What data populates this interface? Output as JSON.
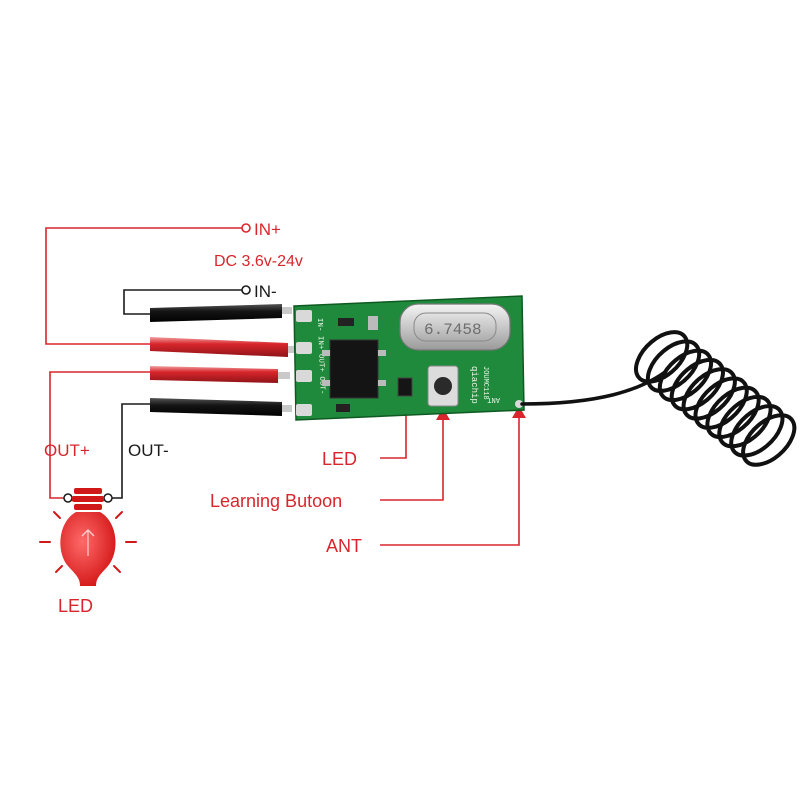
{
  "labels": {
    "in_plus": "IN+",
    "power_spec": "DC 3.6v-24v",
    "in_minus": "IN-",
    "out_plus": "OUT+",
    "out_minus": "OUT-",
    "led_indicator": "LED",
    "learning_button": "Learning Butoon",
    "antenna": "ANT",
    "led_load": "LED"
  },
  "board_markings": {
    "crystal": "6.7458",
    "module_text_1": "qiachip",
    "module_text_2": "JOUMC118",
    "ant_pad": "ANT",
    "pad_text": "IN- IN+ OUT+ OUT-"
  },
  "colors": {
    "callout_red": "#d8262c",
    "wire_red": "#c8232c",
    "wire_black": "#151515",
    "pcb_green": "#1f8a3c",
    "bulb_red": "#e02020"
  },
  "icons": [
    "light-bulb-icon",
    "callout-arrow-icon",
    "terminal-dot-icon"
  ]
}
